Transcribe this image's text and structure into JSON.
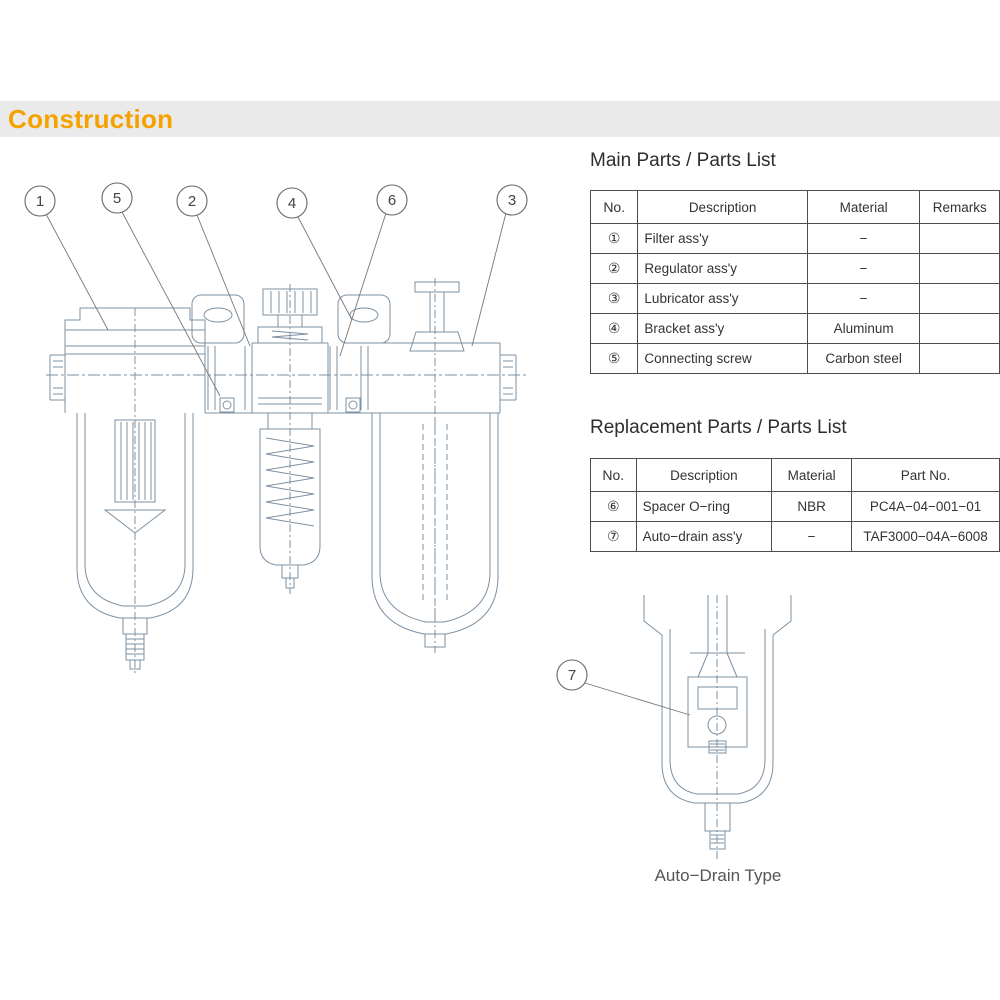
{
  "section": {
    "title": "Construction"
  },
  "main_parts": {
    "title": "Main Parts / Parts List",
    "headers": {
      "no": "No.",
      "description": "Description",
      "material": "Material",
      "remarks": "Remarks"
    },
    "rows": [
      {
        "no": "①",
        "description": "Filter ass'y",
        "material": "−",
        "remarks": ""
      },
      {
        "no": "②",
        "description": "Regulator ass'y",
        "material": "−",
        "remarks": ""
      },
      {
        "no": "③",
        "description": "Lubricator ass'y",
        "material": "−",
        "remarks": ""
      },
      {
        "no": "④",
        "description": "Bracket ass'y",
        "material": "Aluminum",
        "remarks": ""
      },
      {
        "no": "⑤",
        "description": "Connecting screw",
        "material": "Carbon steel",
        "remarks": ""
      }
    ]
  },
  "replacement_parts": {
    "title": "Replacement Parts / Parts List",
    "headers": {
      "no": "No.",
      "description": "Description",
      "material": "Material",
      "part_no": "Part No."
    },
    "rows": [
      {
        "no": "⑥",
        "description": "Spacer O−ring",
        "material": "NBR",
        "part_no": "PC4A−04−001−01"
      },
      {
        "no": "⑦",
        "description": "Auto−drain ass'y",
        "material": "−",
        "part_no": "TAF3000−04A−6008"
      }
    ]
  },
  "callouts": {
    "c1": "1",
    "c2": "2",
    "c3": "3",
    "c4": "4",
    "c5": "5",
    "c6": "6",
    "c7": "7"
  },
  "auto_drain": {
    "caption": "Auto−Drain Type"
  },
  "colors": {
    "accent_orange": "#F5A200",
    "band_gray": "#EAEAEA",
    "drawing_stroke": "#7D91A3",
    "table_border": "#4D4D4D"
  }
}
